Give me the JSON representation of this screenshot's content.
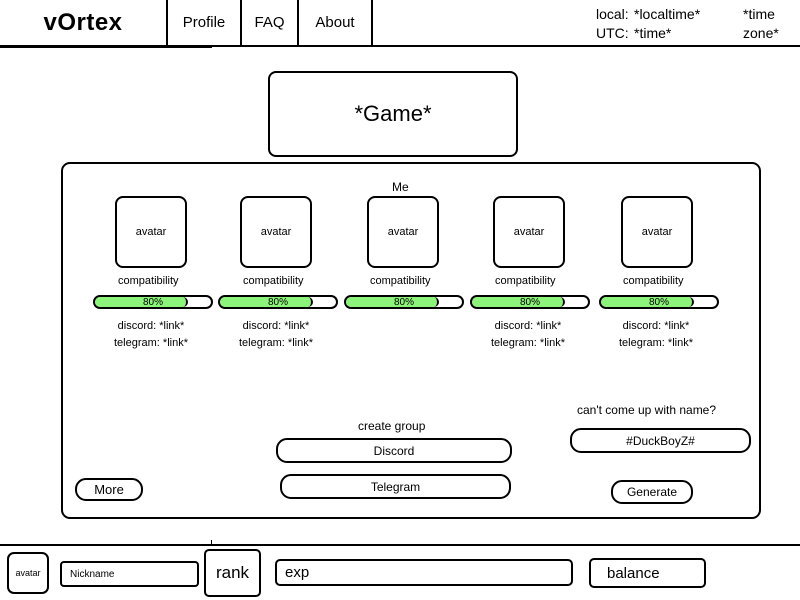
{
  "header": {
    "logo": "vOrtex",
    "nav": [
      {
        "label": "Profile"
      },
      {
        "label": "FAQ"
      },
      {
        "label": "About"
      }
    ],
    "time": {
      "local_label": "local:",
      "local_value": "*localtime*",
      "utc_label": "UTC:",
      "utc_value": "*time*",
      "timezone": "*time zone*"
    }
  },
  "game": {
    "title": "*Game*"
  },
  "team": {
    "me_label": "Me",
    "members": [
      {
        "avatar": "avatar",
        "compat_label": "compatibility",
        "compat_text": "80%",
        "compat_value": 80,
        "discord": "discord: *link*",
        "telegram": "telegram: *link*"
      },
      {
        "avatar": "avatar",
        "compat_label": "compatibility",
        "compat_text": "80%",
        "compat_value": 80,
        "discord": "discord: *link*",
        "telegram": "telegram: *link*"
      },
      {
        "avatar": "avatar",
        "compat_label": "compatibility",
        "compat_text": "80%",
        "compat_value": 80,
        "discord": "",
        "telegram": ""
      },
      {
        "avatar": "avatar",
        "compat_label": "compatibility",
        "compat_text": "80%",
        "compat_value": 80,
        "discord": "discord: *link*",
        "telegram": "telegram: *link*"
      },
      {
        "avatar": "avatar",
        "compat_label": "compatibility",
        "compat_text": "80%",
        "compat_value": 80,
        "discord": "discord: *link*",
        "telegram": "telegram: *link*"
      }
    ],
    "bar_color": "#8cf47a"
  },
  "group": {
    "caption": "create group",
    "discord_button": "Discord",
    "telegram_button": "Telegram"
  },
  "name_gen": {
    "caption": "can't come up with name?",
    "value": "#DuckBoyZ#",
    "generate_button": "Generate"
  },
  "more_button": "More",
  "footer": {
    "avatar": "avatar",
    "nickname": "Nickname",
    "rank": "rank",
    "exp": "exp",
    "balance": "balance"
  }
}
